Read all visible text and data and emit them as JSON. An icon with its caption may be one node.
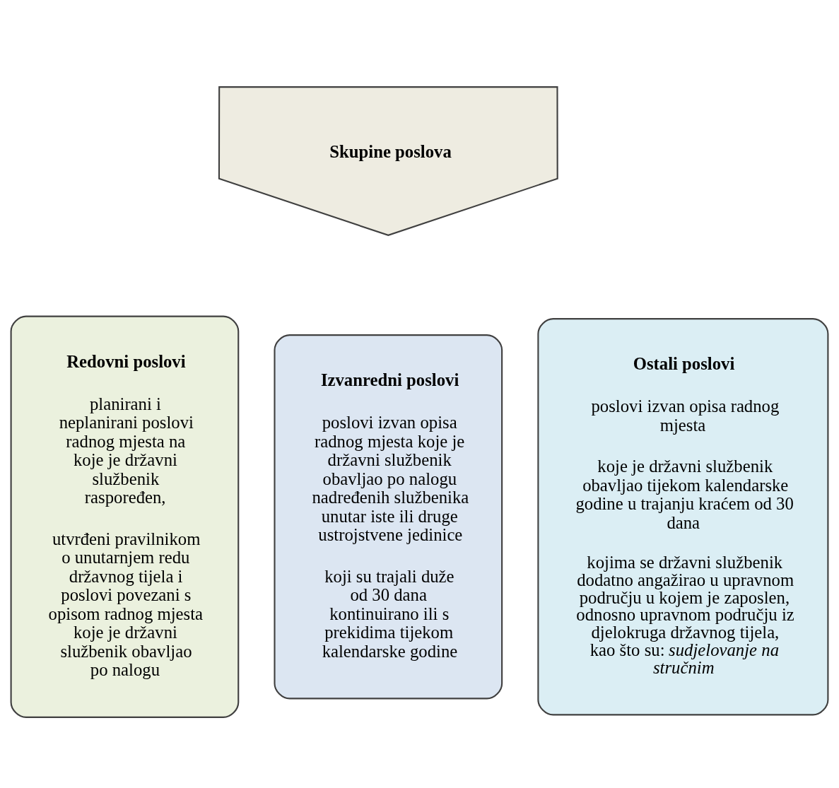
{
  "diagram": {
    "nodes": [
      {
        "text": [
          "Skupine poslova"
        ]
      },
      {
        "text": [
          "Redovni poslovi",
          "planirani i neplanirani poslovi radnog mjesta na koje je državni službenik raspoređen,",
          "utvrđeni pravilnikom o unutarnjem redu državnog tijela i poslovi povezani s opisom radnog mjesta koje je državni službenik obavljao po nalogu"
        ]
      },
      {
        "text": [
          "Izvanredni poslovi",
          "poslovi izvan opisa radnog mjesta koje je državni službenik obavljao po nalogu nadređenih službenika unutar iste ili druge ustrojstvene jedinice",
          "koji su trajali duže od 30 dana kontinuirano ili s prekidima tijekom kalendarske godine"
        ]
      },
      {
        "text": [
          "Ostali poslovi",
          "poslovi izvan opisa radnog mjesta",
          "koje je državni službenik obavljao tijekom kalendarske godine u trajanju kraćem od 30 dana",
          "kojima se državni službenik dodatno angažirao u upravnom području u kojem je zaposlen, odnosno upravnom području iz djelokruga državnog tijela, kao što su: *sudjelovanje na stručnim*"
        ]
      }
    ]
  }
}
